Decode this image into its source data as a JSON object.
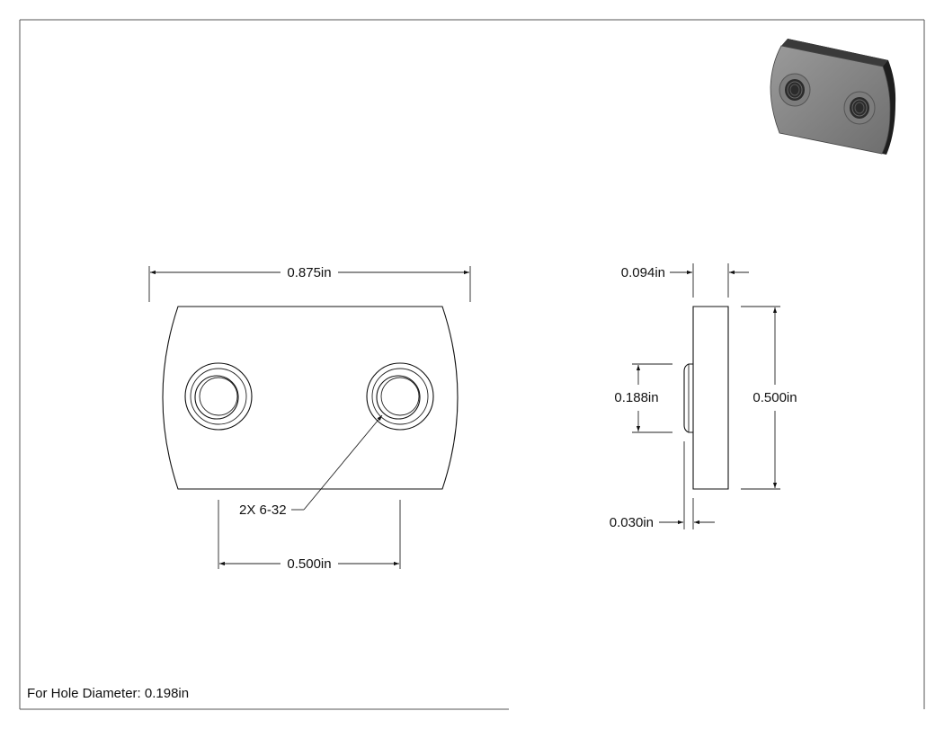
{
  "drawing": {
    "part": "rounded rectangular tapped plate",
    "front_view": {
      "width_label": "0.875in",
      "spacing_label": "0.500in",
      "hole_callout": "2X 6-32"
    },
    "side_view": {
      "thickness_label": "0.094in",
      "boss_height_label": "0.188in",
      "overall_height_label": "0.500in",
      "boss_depth_label": "0.030in"
    },
    "note": "For Hole Diameter: 0.198in"
  },
  "colors": {
    "line": "#111111",
    "iso_face": "#8a8a8a",
    "iso_dark": "#2b2b2b"
  }
}
